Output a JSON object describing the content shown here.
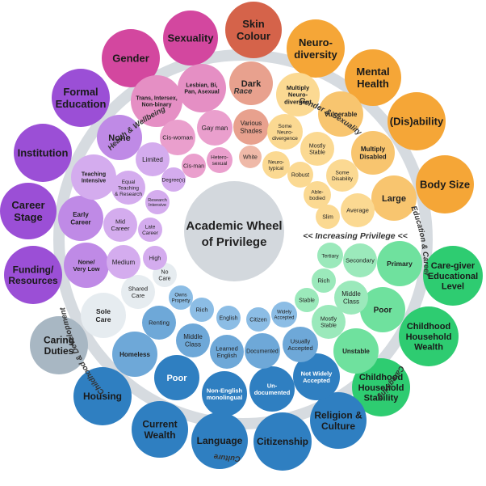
{
  "title": [
    "Academic Wheel",
    "of Privilege"
  ],
  "increasing_privilege": "<< Increasing Privilege <<",
  "ring_labels": {
    "gender_sexuality": "Gender & Sexuality",
    "race": "Race",
    "health_wellbeing": "Health & Wellbeing",
    "childhood_development": "Childhood & Development",
    "living_culture": "Living & Culture",
    "caregiving": "Caregiving",
    "education_career": "Education & Career"
  },
  "colors": {
    "gender": "#d3479f",
    "gender_inner": "#e58fc4",
    "gender_mid": "#ea9fcd",
    "race": "#d5634a",
    "race_inner": "#e8a18e",
    "race_mid": "#efb9a8",
    "health": "#f5a637",
    "health_inner": "#f8c56f",
    "health_mid": "#fbd992",
    "childhood": "#2ecc71",
    "childhood_inner": "#6fe19e",
    "childhood_mid": "#9be9bb",
    "living": "#2f7fc1",
    "living_inner": "#6ea8d8",
    "living_mid": "#8cbde5",
    "caregiving": "#a8b7c3",
    "caregiving_inner": "#cfd9e0",
    "caregiving_mid": "#e6ecf0",
    "education": "#9b4fd6",
    "education_inner": "#bf8ae6",
    "education_mid": "#d4acee",
    "ring": "#d6dbe0",
    "center": "#d3d8dd"
  },
  "outer_categories": [
    {
      "id": "sexuality",
      "label": [
        "Sexuality"
      ],
      "color": "gender"
    },
    {
      "id": "skin-colour",
      "label": [
        "Skin",
        "Colour"
      ],
      "color": "race"
    },
    {
      "id": "neurodiversity",
      "label": [
        "Neuro-",
        "diversity"
      ],
      "color": "health"
    },
    {
      "id": "mental-health",
      "label": [
        "Mental",
        "Health"
      ],
      "color": "health"
    },
    {
      "id": "disability",
      "label": [
        "(Dis)ability"
      ],
      "color": "health"
    },
    {
      "id": "body-size",
      "label": [
        "Body Size"
      ],
      "color": "health"
    },
    {
      "id": "care-giver-education",
      "label": [
        "Care-giver",
        "Educational",
        "Level"
      ],
      "color": "childhood"
    },
    {
      "id": "childhood-wealth",
      "label": [
        "Childhood",
        "Household",
        "Wealth"
      ],
      "color": "childhood"
    },
    {
      "id": "childhood-stability",
      "label": [
        "Childhood",
        "Household",
        "Stability"
      ],
      "color": "childhood"
    },
    {
      "id": "religion-culture",
      "label": [
        "Religion &",
        "Culture"
      ],
      "color": "living"
    },
    {
      "id": "citizenship",
      "label": [
        "Citizenship"
      ],
      "color": "living"
    },
    {
      "id": "language",
      "label": [
        "Language"
      ],
      "color": "living"
    },
    {
      "id": "current-wealth",
      "label": [
        "Current",
        "Wealth"
      ],
      "color": "living"
    },
    {
      "id": "housing",
      "label": [
        "Housing"
      ],
      "color": "living"
    },
    {
      "id": "caring-duties",
      "label": [
        "Caring",
        "Duties"
      ],
      "color": "caregiving"
    },
    {
      "id": "funding-resources",
      "label": [
        "Funding/",
        "Resources"
      ],
      "color": "education"
    },
    {
      "id": "career-stage",
      "label": [
        "Career",
        "Stage"
      ],
      "color": "education"
    },
    {
      "id": "institution",
      "label": [
        "Institution"
      ],
      "color": "education"
    },
    {
      "id": "formal-education",
      "label": [
        "Formal",
        "Education"
      ],
      "color": "education"
    },
    {
      "id": "gender",
      "label": [
        "Gender"
      ],
      "color": "gender"
    }
  ],
  "inner_items": [
    {
      "id": "trans",
      "label": [
        "Trans, Intersex,",
        "Non-binary"
      ],
      "color": "gender_inner"
    },
    {
      "id": "lesbian",
      "label": [
        "Lesbian, Bi,",
        "Pan, Asexual"
      ],
      "color": "gender_inner"
    },
    {
      "id": "cis-woman",
      "label": [
        "Cis-woman"
      ],
      "color": "gender_mid"
    },
    {
      "id": "gay-man",
      "label": [
        "Gay man"
      ],
      "color": "gender_mid"
    },
    {
      "id": "cis-man",
      "label": [
        "Cis-man"
      ],
      "color": "gender_mid"
    },
    {
      "id": "hetero",
      "label": [
        "Hetero-",
        "sexual"
      ],
      "color": "gender_mid"
    },
    {
      "id": "dark",
      "label": [
        "Dark"
      ],
      "color": "race_inner"
    },
    {
      "id": "various-shades",
      "label": [
        "Various",
        "Shades"
      ],
      "color": "race_inner"
    },
    {
      "id": "white",
      "label": [
        "White"
      ],
      "color": "race_mid"
    },
    {
      "id": "multiply-neurodivergent",
      "label": [
        "Multiply",
        "Neuro-",
        "divergent"
      ],
      "color": "health_mid"
    },
    {
      "id": "some-neurodivergence",
      "label": [
        "Some",
        "Neuro-",
        "divergence"
      ],
      "color": "health_mid"
    },
    {
      "id": "neurotypical",
      "label": [
        "Neuro-",
        "typical"
      ],
      "color": "health_mid"
    },
    {
      "id": "vulnerable",
      "label": [
        "Vulnerable"
      ],
      "color": "health_inner"
    },
    {
      "id": "mostly-stable-health",
      "label": [
        "Mostly",
        "Stable"
      ],
      "color": "health_mid"
    },
    {
      "id": "robust",
      "label": [
        "Robust"
      ],
      "color": "health_mid"
    },
    {
      "id": "multiply-disabled",
      "label": [
        "Multiply",
        "Disabled"
      ],
      "color": "health_inner"
    },
    {
      "id": "some-disability",
      "label": [
        "Some",
        "Disability"
      ],
      "color": "health_mid"
    },
    {
      "id": "able-bodied",
      "label": [
        "Able-",
        "bodied"
      ],
      "color": "health_mid"
    },
    {
      "id": "large",
      "label": [
        "Large"
      ],
      "color": "health_inner"
    },
    {
      "id": "average",
      "label": [
        "Average"
      ],
      "color": "health_mid"
    },
    {
      "id": "slim",
      "label": [
        "Slim"
      ],
      "color": "health_mid"
    },
    {
      "id": "primary",
      "label": [
        "Primary"
      ],
      "color": "childhood_inner"
    },
    {
      "id": "secondary",
      "label": [
        "Secondary"
      ],
      "color": "childhood_mid"
    },
    {
      "id": "tertiary",
      "label": [
        "Tertiary"
      ],
      "color": "childhood_mid"
    },
    {
      "id": "poor-child",
      "label": [
        "Poor"
      ],
      "color": "childhood_inner"
    },
    {
      "id": "middle-class-child",
      "label": [
        "Middle",
        "Class"
      ],
      "color": "childhood_mid"
    },
    {
      "id": "rich-child",
      "label": [
        "Rich"
      ],
      "color": "childhood_mid"
    },
    {
      "id": "unstable",
      "label": [
        "Unstable"
      ],
      "color": "childhood_inner"
    },
    {
      "id": "mostly-stable-child",
      "label": [
        "Mostly",
        "Stable"
      ],
      "color": "childhood_mid"
    },
    {
      "id": "stable",
      "label": [
        "Stable"
      ],
      "color": "childhood_mid"
    },
    {
      "id": "not-widely-accepted",
      "label": [
        "Not Widely",
        "Accepted"
      ],
      "color": "living"
    },
    {
      "id": "usually-accepted",
      "label": [
        "Usually",
        "Accepted"
      ],
      "color": "living_inner"
    },
    {
      "id": "widely-accepted",
      "label": [
        "Widely",
        "Accepted"
      ],
      "color": "living_mid"
    },
    {
      "id": "undocumented",
      "label": [
        "Un-",
        "documented"
      ],
      "color": "living"
    },
    {
      "id": "documented",
      "label": [
        "Documented"
      ],
      "color": "living_inner"
    },
    {
      "id": "citizen",
      "label": [
        "Citizen"
      ],
      "color": "living_mid"
    },
    {
      "id": "non-english",
      "label": [
        "Non-English",
        "monolingual"
      ],
      "color": "living"
    },
    {
      "id": "learned-english",
      "label": [
        "Learned",
        "English"
      ],
      "color": "living_inner"
    },
    {
      "id": "english",
      "label": [
        "English"
      ],
      "color": "living_mid"
    },
    {
      "id": "poor-wealth",
      "label": [
        "Poor"
      ],
      "color": "living"
    },
    {
      "id": "middle-class-wealth",
      "label": [
        "Middle",
        "Class"
      ],
      "color": "living_inner"
    },
    {
      "id": "rich-wealth",
      "label": [
        "Rich"
      ],
      "color": "living_mid"
    },
    {
      "id": "homeless",
      "label": [
        "Homeless"
      ],
      "color": "living_inner"
    },
    {
      "id": "renting",
      "label": [
        "Renting"
      ],
      "color": "living_inner"
    },
    {
      "id": "owns-property",
      "label": [
        "Owns",
        "Property"
      ],
      "color": "living_mid"
    },
    {
      "id": "sole-care",
      "label": [
        "Sole",
        "Care"
      ],
      "color": "caregiving_mid"
    },
    {
      "id": "shared-care",
      "label": [
        "Shared",
        "Care"
      ],
      "color": "caregiving_mid"
    },
    {
      "id": "no-care",
      "label": [
        "No",
        "Care"
      ],
      "color": "caregiving_mid"
    },
    {
      "id": "none-very-low",
      "label": [
        "None/",
        "Very Low"
      ],
      "color": "education_inner"
    },
    {
      "id": "medium",
      "label": [
        "Medium"
      ],
      "color": "education_mid"
    },
    {
      "id": "high",
      "label": [
        "High"
      ],
      "color": "education_mid"
    },
    {
      "id": "early-career",
      "label": [
        "Early",
        "Career"
      ],
      "color": "education_inner"
    },
    {
      "id": "mid-career",
      "label": [
        "Mid",
        "Career"
      ],
      "color": "education_mid"
    },
    {
      "id": "late-career",
      "label": [
        "Late",
        "Career"
      ],
      "color": "education_mid"
    },
    {
      "id": "teaching-intensive",
      "label": [
        "Teaching",
        "Intensive"
      ],
      "color": "education_mid"
    },
    {
      "id": "equal-teaching",
      "label": [
        "Equal",
        "Teaching",
        "& Research"
      ],
      "color": "education_mid"
    },
    {
      "id": "research-intensive",
      "label": [
        "Research",
        "Intensive"
      ],
      "color": "education_mid"
    },
    {
      "id": "none-edu",
      "label": [
        "None"
      ],
      "color": "education_inner"
    },
    {
      "id": "limited",
      "label": [
        "Limited"
      ],
      "color": "education_mid"
    },
    {
      "id": "degrees",
      "label": [
        "Degree(s)"
      ],
      "color": "education_mid"
    }
  ]
}
